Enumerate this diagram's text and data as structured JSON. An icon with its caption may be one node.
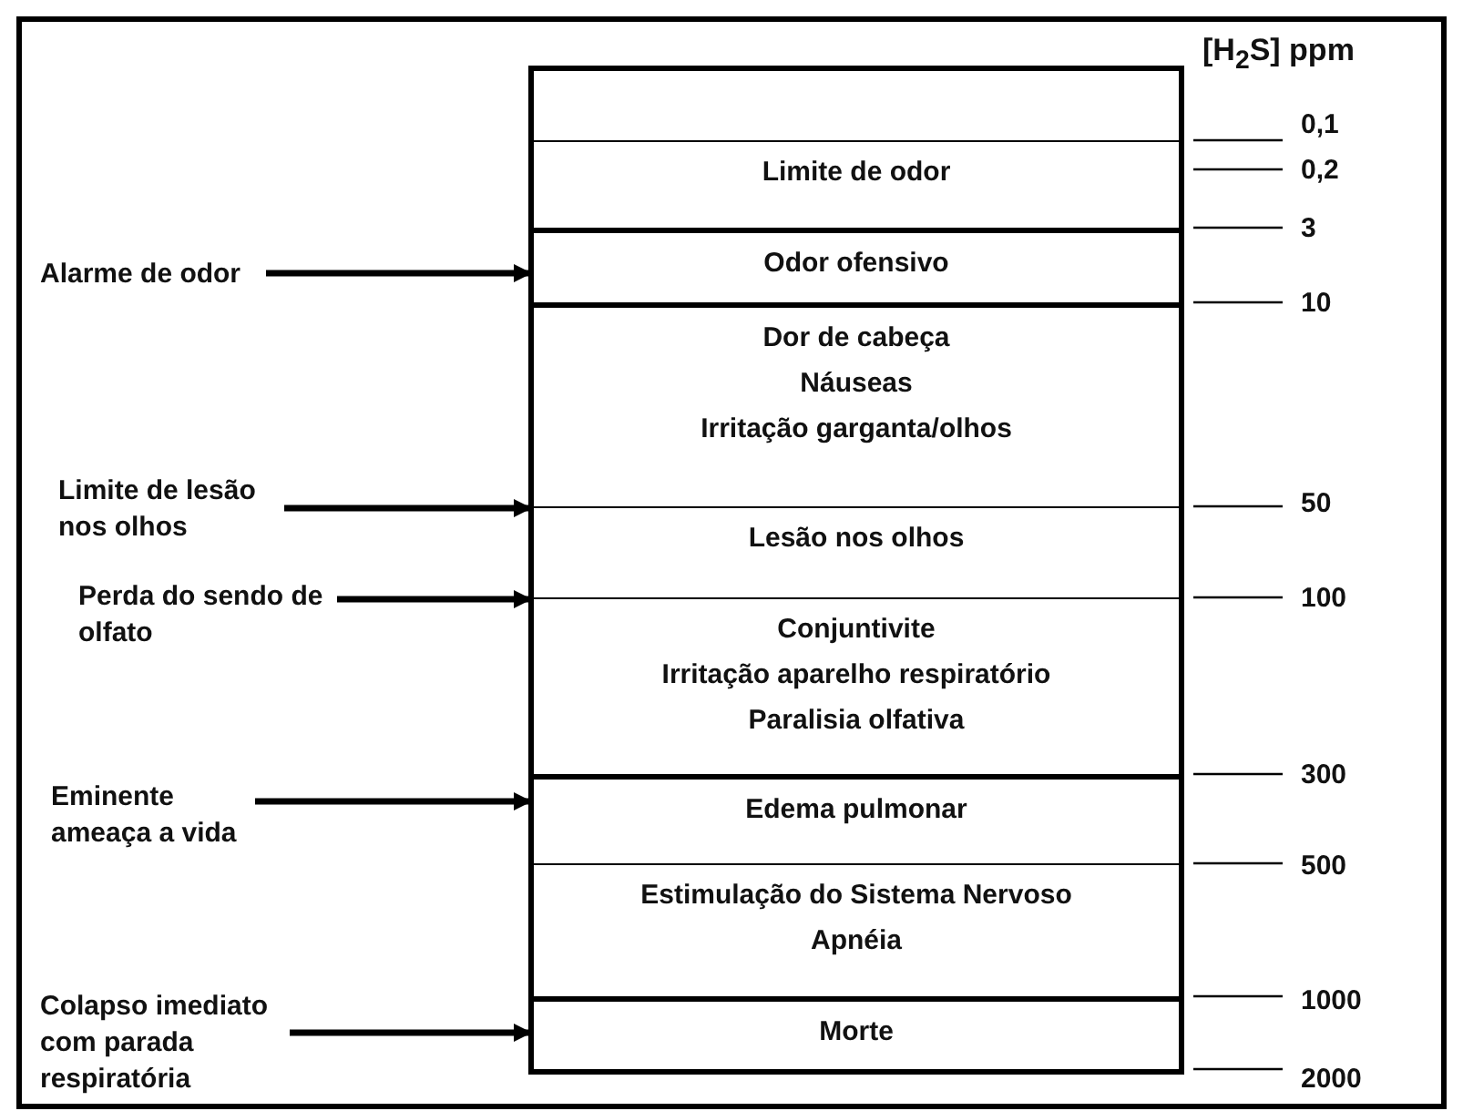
{
  "diagram": {
    "nodes": [
      {
        "text": [],
        "shape": "box"
      },
      {
        "text": [
          "Limite de odor"
        ]
      },
      {
        "text": [
          "Odor ofensivo"
        ]
      },
      {
        "text": [
          "Dor de cabeça",
          "Náuseas",
          "Irritação garganta/olhos"
        ]
      },
      {
        "text": [
          "Lesão nos olhos"
        ]
      },
      {
        "text": [
          "Conjuntivite",
          "Irritação aparelho respiratório",
          "Paralisia olfativa"
        ]
      },
      {
        "text": [
          "Edema pulmonar"
        ]
      },
      {
        "text": [
          "Estimulação do Sistema Nervoso",
          "Apnéia"
        ]
      },
      {
        "text": [
          "Morte"
        ]
      },
      {
        "text": [
          "Alarme de odor"
        ]
      },
      {
        "text": [
          "Limite de lesão nos olhos"
        ]
      },
      {
        "text": [
          "Perda do sendo de olfato"
        ]
      },
      {
        "text": [
          "Eminente ameaça a vida"
        ]
      },
      {
        "text": [
          "Colapso imediato com parada respiratória"
        ]
      }
    ],
    "edges": [
      {
        "from": 9,
        "to": 2,
        "arrow": "to"
      },
      {
        "from": 10,
        "to": 4,
        "arrow": "to"
      },
      {
        "from": 11,
        "to": 5,
        "arrow": "to"
      },
      {
        "from": 12,
        "to": 6,
        "arrow": "to"
      },
      {
        "from": 13,
        "to": 8,
        "arrow": "to"
      }
    ],
    "labels": [
      "[H$_{2}$S] ppm",
      "0,1",
      "0,2",
      "3",
      "10",
      "50",
      "100",
      "300",
      "500",
      "1000",
      "2000"
    ]
  }
}
